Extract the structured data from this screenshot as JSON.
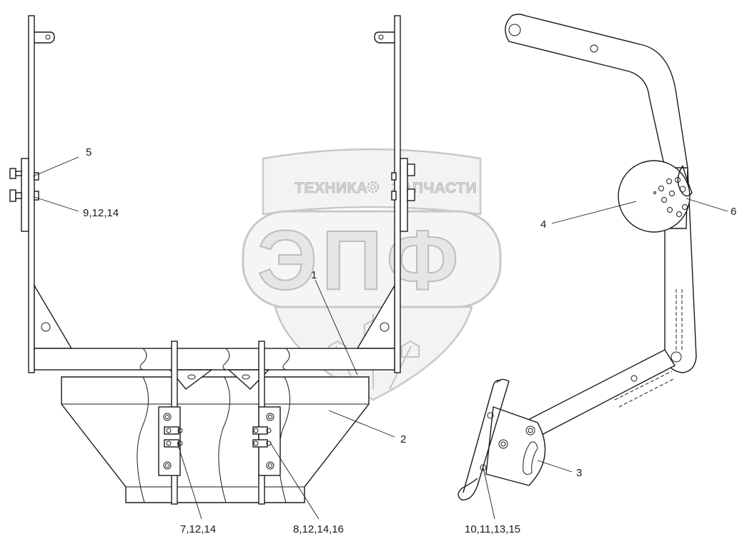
{
  "watermark": {
    "top_text": "ТЕХНИКА",
    "top_text_right": "ЗАПЧАСТИ",
    "logo_text": "ЭПФ"
  },
  "callouts": {
    "c1": "1",
    "c2": "2",
    "c3": "3",
    "c4": "4",
    "c5": "5",
    "c6": "6",
    "c9_12_14": "9,12,14",
    "c7_12_14": "7,12,14",
    "c8_12_14_16": "8,12,14,16",
    "c10_11_13_15": "10,11,13,15"
  },
  "colors": {
    "line": "#1a1a1a",
    "watermark": "#bdbdbd",
    "background": "#ffffff"
  }
}
